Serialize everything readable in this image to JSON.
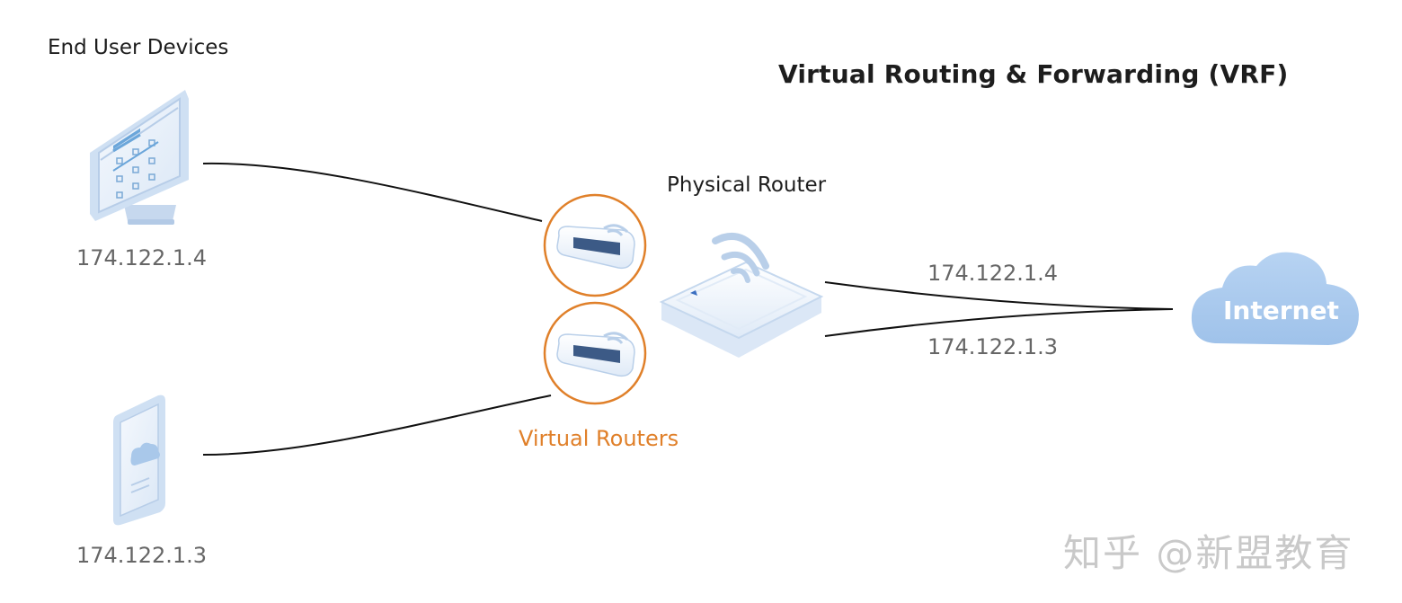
{
  "title": "Virtual Routing & Forwarding (VRF)",
  "end_user_devices_label": "End User Devices",
  "physical_router_label": "Physical Router",
  "virtual_routers_label": "Virtual Routers",
  "internet_label": "Internet",
  "devices": [
    {
      "type": "desktop-monitor",
      "ip": "174.122.1.4"
    },
    {
      "type": "smartphone",
      "ip": "174.122.1.3"
    }
  ],
  "uplink_ips": [
    "174.122.1.4",
    "174.122.1.3"
  ],
  "watermark": "知乎 @新盟教育",
  "colors": {
    "accent_orange": "#e0802a",
    "device_blue": "#a9c8ea",
    "cloud_blue": "#a9c9ee",
    "line": "#111111",
    "text_grey": "#666666"
  }
}
